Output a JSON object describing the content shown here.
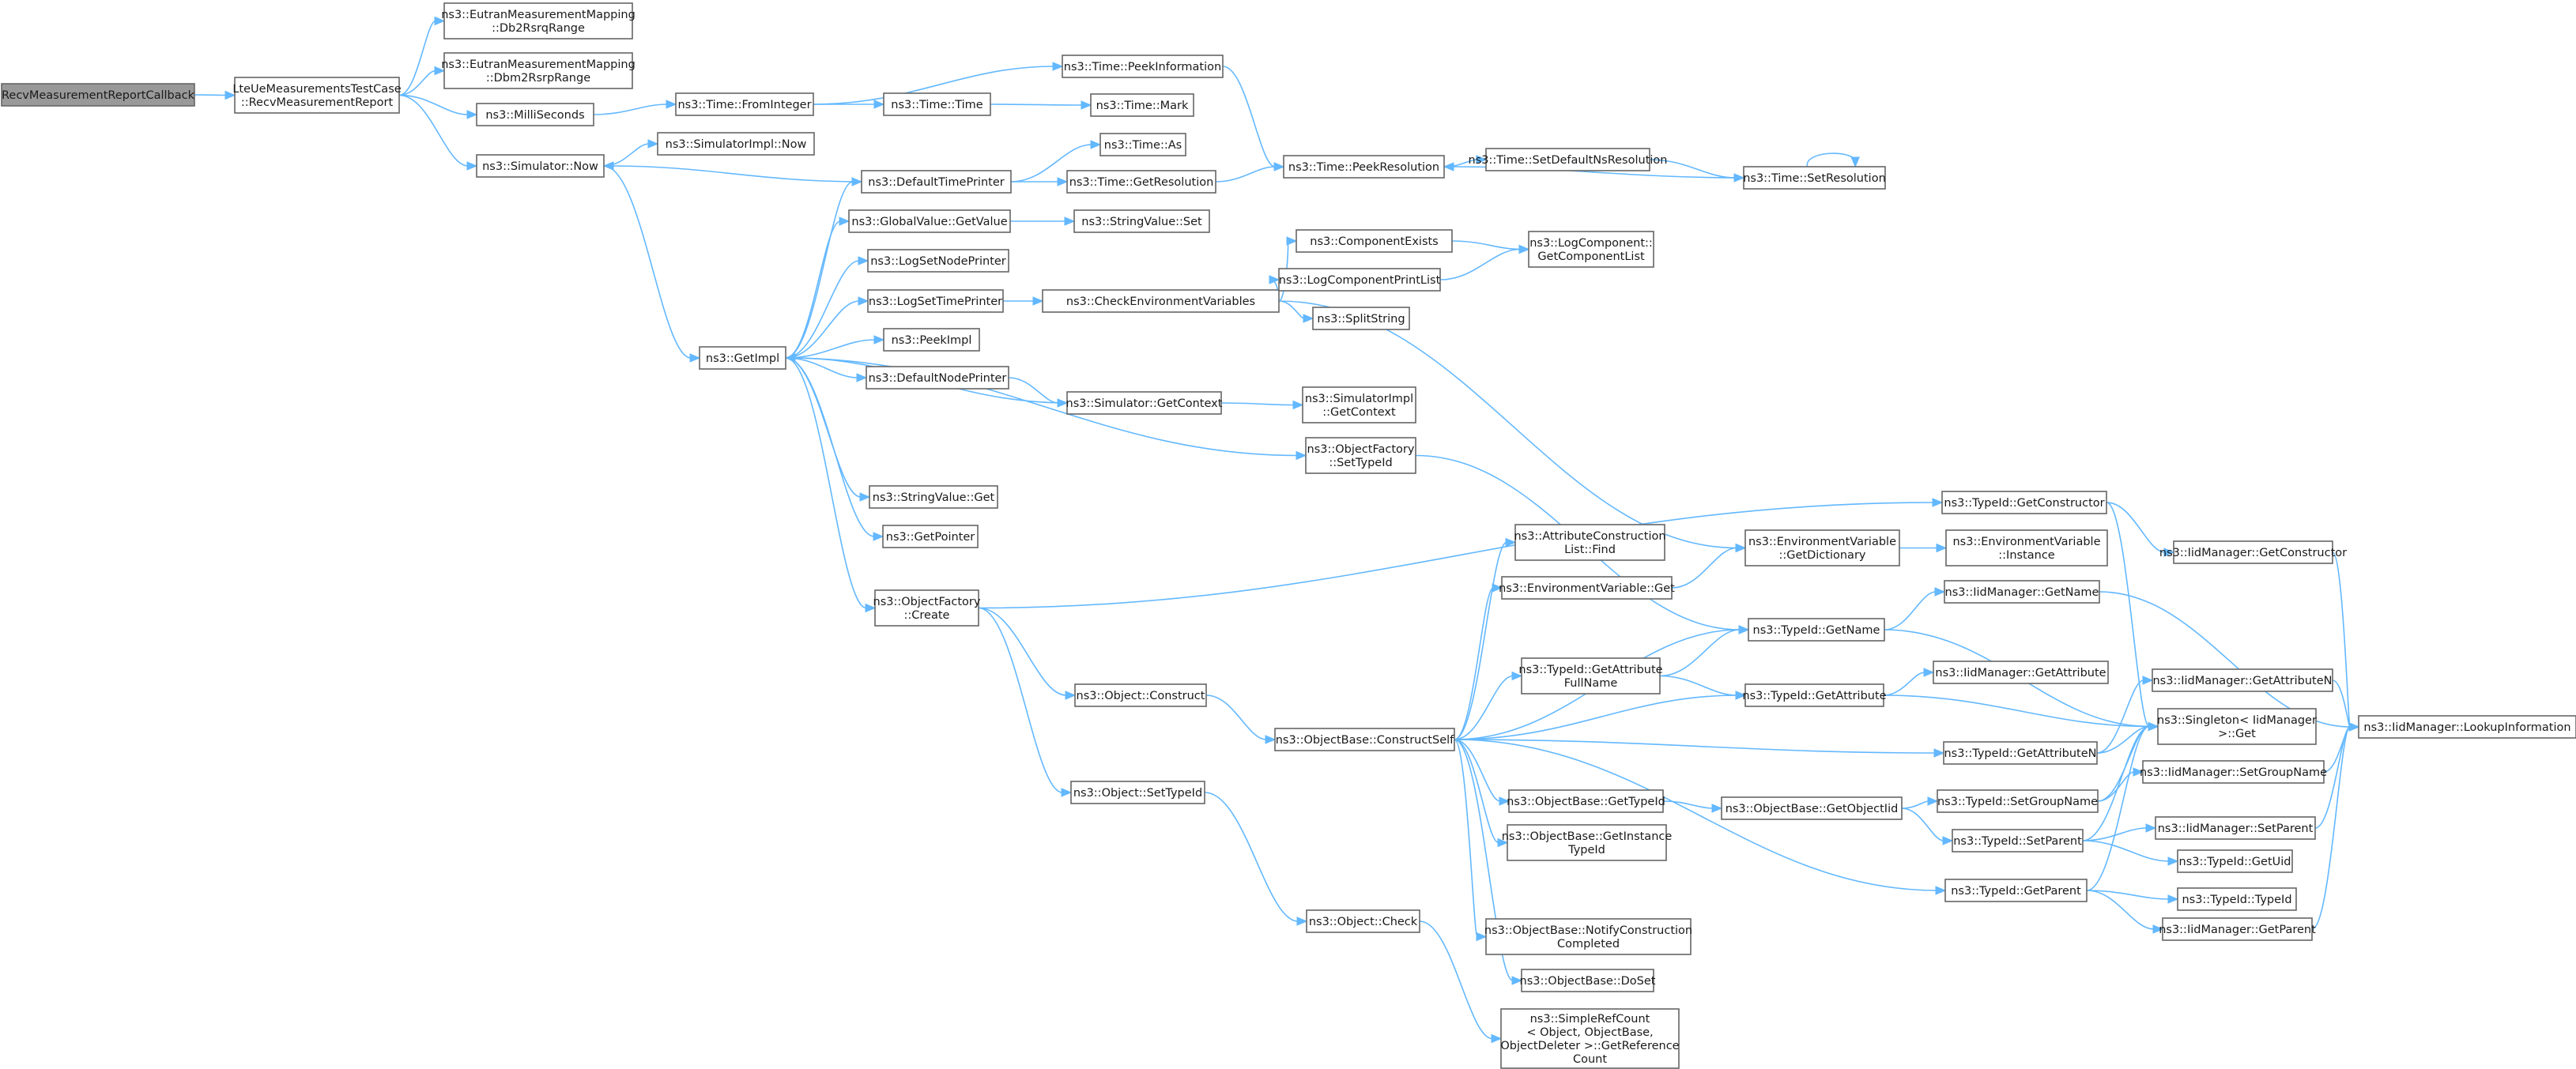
{
  "nodes": [
    {
      "id": "root",
      "lines": [
        "RecvMeasurementReportCallback"
      ],
      "root": true
    },
    {
      "id": "recv",
      "lines": [
        "LteUeMeasurementsTestCase",
        "::RecvMeasurementReport"
      ]
    },
    {
      "id": "db2rsrq",
      "lines": [
        "ns3::EutranMeasurementMapping",
        "::Db2RsrqRange"
      ]
    },
    {
      "id": "dbm2rsrp",
      "lines": [
        "ns3::EutranMeasurementMapping",
        "::Dbm2RsrpRange"
      ]
    },
    {
      "id": "milli",
      "lines": [
        "ns3::MilliSeconds"
      ]
    },
    {
      "id": "simnow",
      "lines": [
        "ns3::Simulator::Now"
      ]
    },
    {
      "id": "simimplnow",
      "lines": [
        "ns3::SimulatorImpl::Now"
      ]
    },
    {
      "id": "frominteger",
      "lines": [
        "ns3::Time::FromInteger"
      ]
    },
    {
      "id": "peekinfo",
      "lines": [
        "ns3::Time::PeekInformation"
      ]
    },
    {
      "id": "timetime",
      "lines": [
        "ns3::Time::Time"
      ]
    },
    {
      "id": "timemark",
      "lines": [
        "ns3::Time::Mark"
      ]
    },
    {
      "id": "timeas",
      "lines": [
        "ns3::Time::As"
      ]
    },
    {
      "id": "deftimeprinter",
      "lines": [
        "ns3::DefaultTimePrinter"
      ]
    },
    {
      "id": "getresolution",
      "lines": [
        "ns3::Time::GetResolution"
      ]
    },
    {
      "id": "peekres",
      "lines": [
        "ns3::Time::PeekResolution"
      ]
    },
    {
      "id": "setdefns",
      "lines": [
        "ns3::Time::SetDefaultNsResolution"
      ]
    },
    {
      "id": "setres",
      "lines": [
        "ns3::Time::SetResolution"
      ]
    },
    {
      "id": "gvgetvalue",
      "lines": [
        "ns3::GlobalValue::GetValue"
      ]
    },
    {
      "id": "svset",
      "lines": [
        "ns3::StringValue::Set"
      ]
    },
    {
      "id": "lognodeprinter",
      "lines": [
        "ns3::LogSetNodePrinter"
      ]
    },
    {
      "id": "logtimeprinter",
      "lines": [
        "ns3::LogSetTimePrinter"
      ]
    },
    {
      "id": "checkenv",
      "lines": [
        "ns3::CheckEnvironmentVariables"
      ]
    },
    {
      "id": "compexists",
      "lines": [
        "ns3::ComponentExists"
      ]
    },
    {
      "id": "logcomplist",
      "lines": [
        "ns3::LogComponent::",
        "GetComponentList"
      ]
    },
    {
      "id": "logcompprint",
      "lines": [
        "ns3::LogComponentPrintList"
      ]
    },
    {
      "id": "splitstring",
      "lines": [
        "ns3::SplitString"
      ]
    },
    {
      "id": "getimpl",
      "lines": [
        "ns3::GetImpl"
      ]
    },
    {
      "id": "peekimpl",
      "lines": [
        "ns3::PeekImpl"
      ]
    },
    {
      "id": "defnodeprinter",
      "lines": [
        "ns3::DefaultNodePrinter"
      ]
    },
    {
      "id": "simgetcontext",
      "lines": [
        "ns3::Simulator::GetContext"
      ]
    },
    {
      "id": "simimplgetcontext",
      "lines": [
        "ns3::SimulatorImpl",
        "::GetContext"
      ]
    },
    {
      "id": "ofsettypeid",
      "lines": [
        "ns3::ObjectFactory",
        "::SetTypeId"
      ]
    },
    {
      "id": "svget",
      "lines": [
        "ns3::StringValue::Get"
      ]
    },
    {
      "id": "getpointer",
      "lines": [
        "ns3::GetPointer"
      ]
    },
    {
      "id": "ofcreate",
      "lines": [
        "ns3::ObjectFactory",
        "::Create"
      ]
    },
    {
      "id": "tidgetctor",
      "lines": [
        "ns3::TypeId::GetConstructor"
      ]
    },
    {
      "id": "iidgetctor",
      "lines": [
        "ns3::IidManager::GetConstructor"
      ]
    },
    {
      "id": "attrconstr",
      "lines": [
        "ns3::AttributeConstruction",
        "List::Find"
      ]
    },
    {
      "id": "envgetdict",
      "lines": [
        "ns3::EnvironmentVariable",
        "::GetDictionary"
      ]
    },
    {
      "id": "envinstance",
      "lines": [
        "ns3::EnvironmentVariable",
        "::Instance"
      ]
    },
    {
      "id": "envget",
      "lines": [
        "ns3::EnvironmentVariable::Get"
      ]
    },
    {
      "id": "iidgetname",
      "lines": [
        "ns3::IidManager::GetName"
      ]
    },
    {
      "id": "tidgetname",
      "lines": [
        "ns3::TypeId::GetName"
      ]
    },
    {
      "id": "tidgetattrfull",
      "lines": [
        "ns3::TypeId::GetAttribute",
        "FullName"
      ]
    },
    {
      "id": "iidgetattr",
      "lines": [
        "ns3::IidManager::GetAttribute"
      ]
    },
    {
      "id": "tidgetattr",
      "lines": [
        "ns3::TypeId::GetAttribute"
      ]
    },
    {
      "id": "iidgetattrn",
      "lines": [
        "ns3::IidManager::GetAttributeN"
      ]
    },
    {
      "id": "singleton",
      "lines": [
        "ns3::Singleton< IidManager",
        ">::Get"
      ]
    },
    {
      "id": "lookupinfo",
      "lines": [
        "ns3::IidManager::LookupInformation"
      ]
    },
    {
      "id": "objconstruct",
      "lines": [
        "ns3::Object::Construct"
      ]
    },
    {
      "id": "obconstructself",
      "lines": [
        "ns3::ObjectBase::ConstructSelf"
      ]
    },
    {
      "id": "tidgetattrn",
      "lines": [
        "ns3::TypeId::GetAttributeN"
      ]
    },
    {
      "id": "iidsetgroupname",
      "lines": [
        "ns3::IidManager::SetGroupName"
      ]
    },
    {
      "id": "obsettypeid",
      "lines": [
        "ns3::Object::SetTypeId"
      ]
    },
    {
      "id": "obgettypeid",
      "lines": [
        "ns3::ObjectBase::GetTypeId"
      ]
    },
    {
      "id": "obgetobjectiid",
      "lines": [
        "ns3::ObjectBase::GetObjectIid"
      ]
    },
    {
      "id": "tidsetgroupname",
      "lines": [
        "ns3::TypeId::SetGroupName"
      ]
    },
    {
      "id": "iidsetparent",
      "lines": [
        "ns3::IidManager::SetParent"
      ]
    },
    {
      "id": "tidsetparent",
      "lines": [
        "ns3::TypeId::SetParent"
      ]
    },
    {
      "id": "tidgetuid",
      "lines": [
        "ns3::TypeId::GetUid"
      ]
    },
    {
      "id": "obgetinstance",
      "lines": [
        "ns3::ObjectBase::GetInstance",
        "TypeId"
      ]
    },
    {
      "id": "tidgetparent",
      "lines": [
        "ns3::TypeId::GetParent"
      ]
    },
    {
      "id": "tidtypeid",
      "lines": [
        "ns3::TypeId::TypeId"
      ]
    },
    {
      "id": "iidgetparent",
      "lines": [
        "ns3::IidManager::GetParent"
      ]
    },
    {
      "id": "objcheck",
      "lines": [
        "ns3::Object::Check"
      ]
    },
    {
      "id": "obnotify",
      "lines": [
        "ns3::ObjectBase::NotifyConstruction",
        "Completed"
      ]
    },
    {
      "id": "obdoset",
      "lines": [
        "ns3::ObjectBase::DoSet"
      ]
    },
    {
      "id": "simplerefcount",
      "lines": [
        "ns3::SimpleRefCount",
        "< Object, ObjectBase,",
        "ObjectDeleter >::GetReference",
        "Count"
      ]
    }
  ],
  "edges": [
    [
      "root",
      "recv"
    ],
    [
      "recv",
      "db2rsrq"
    ],
    [
      "recv",
      "dbm2rsrp"
    ],
    [
      "recv",
      "milli"
    ],
    [
      "recv",
      "simnow"
    ],
    [
      "milli",
      "frominteger"
    ],
    [
      "frominteger",
      "peekinfo"
    ],
    [
      "frominteger",
      "timetime"
    ],
    [
      "timetime",
      "timemark"
    ],
    [
      "peekinfo",
      "peekres"
    ],
    [
      "simnow",
      "simimplnow"
    ],
    [
      "simnow",
      "getimpl"
    ],
    [
      "getimpl",
      "deftimeprinter"
    ],
    [
      "getimpl",
      "gvgetvalue"
    ],
    [
      "getimpl",
      "lognodeprinter"
    ],
    [
      "getimpl",
      "logtimeprinter"
    ],
    [
      "getimpl",
      "peekimpl"
    ],
    [
      "getimpl",
      "defnodeprinter"
    ],
    [
      "getimpl",
      "ofsettypeid"
    ],
    [
      "getimpl",
      "svget"
    ],
    [
      "getimpl",
      "getpointer"
    ],
    [
      "getimpl",
      "ofcreate"
    ],
    [
      "deftimeprinter",
      "simnow"
    ],
    [
      "deftimeprinter",
      "timeas"
    ],
    [
      "deftimeprinter",
      "getresolution"
    ],
    [
      "getresolution",
      "peekres"
    ],
    [
      "peekres",
      "setdefns"
    ],
    [
      "setdefns",
      "setres"
    ],
    [
      "setres",
      "peekres"
    ],
    [
      "setres",
      "setres"
    ],
    [
      "gvgetvalue",
      "svset"
    ],
    [
      "logtimeprinter",
      "checkenv"
    ],
    [
      "checkenv",
      "compexists"
    ],
    [
      "checkenv",
      "logcompprint"
    ],
    [
      "checkenv",
      "splitstring"
    ],
    [
      "checkenv",
      "envgetdict"
    ],
    [
      "compexists",
      "logcomplist"
    ],
    [
      "logcompprint",
      "logcomplist"
    ],
    [
      "defnodeprinter",
      "simgetcontext"
    ],
    [
      "simgetcontext",
      "getimpl"
    ],
    [
      "simgetcontext",
      "simimplgetcontext"
    ],
    [
      "ofsettypeid",
      "tidgetname"
    ],
    [
      "ofcreate",
      "tidgetctor"
    ],
    [
      "ofcreate",
      "objconstruct"
    ],
    [
      "ofcreate",
      "obsettypeid"
    ],
    [
      "tidgetctor",
      "iidgetctor"
    ],
    [
      "tidgetctor",
      "singleton"
    ],
    [
      "iidgetctor",
      "lookupinfo"
    ],
    [
      "envgetdict",
      "envinstance"
    ],
    [
      "envget",
      "envgetdict"
    ],
    [
      "tidgetname",
      "iidgetname"
    ],
    [
      "tidgetname",
      "singleton"
    ],
    [
      "iidgetname",
      "lookupinfo"
    ],
    [
      "tidgetattrfull",
      "tidgetname"
    ],
    [
      "tidgetattrfull",
      "tidgetattr"
    ],
    [
      "tidgetattr",
      "iidgetattr"
    ],
    [
      "tidgetattr",
      "singleton"
    ],
    [
      "tidgetattrn",
      "iidgetattrn"
    ],
    [
      "tidgetattrn",
      "singleton"
    ],
    [
      "iidgetattrn",
      "lookupinfo"
    ],
    [
      "objconstruct",
      "obconstructself"
    ],
    [
      "obconstructself",
      "attrconstr"
    ],
    [
      "obconstructself",
      "envget"
    ],
    [
      "obconstructself",
      "tidgetname"
    ],
    [
      "obconstructself",
      "tidgetattrfull"
    ],
    [
      "obconstructself",
      "tidgetattr"
    ],
    [
      "obconstructself",
      "tidgetattrn"
    ],
    [
      "obconstructself",
      "obgettypeid"
    ],
    [
      "obconstructself",
      "obgetinstance"
    ],
    [
      "obconstructself",
      "tidgetparent"
    ],
    [
      "obconstructself",
      "obnotify"
    ],
    [
      "obconstructself",
      "obdoset"
    ],
    [
      "obgettypeid",
      "obgetobjectiid"
    ],
    [
      "obgetobjectiid",
      "tidsetgroupname"
    ],
    [
      "obgetobjectiid",
      "tidsetparent"
    ],
    [
      "tidsetgroupname",
      "iidsetgroupname"
    ],
    [
      "tidsetgroupname",
      "singleton"
    ],
    [
      "iidsetgroupname",
      "lookupinfo"
    ],
    [
      "tidsetparent",
      "iidsetparent"
    ],
    [
      "tidsetparent",
      "tidgetuid"
    ],
    [
      "tidsetparent",
      "singleton"
    ],
    [
      "iidsetparent",
      "lookupinfo"
    ],
    [
      "tidgetparent",
      "tidtypeid"
    ],
    [
      "tidgetparent",
      "iidgetparent"
    ],
    [
      "tidgetparent",
      "singleton"
    ],
    [
      "iidgetparent",
      "lookupinfo"
    ],
    [
      "obsettypeid",
      "objcheck"
    ],
    [
      "objcheck",
      "simplerefcount"
    ]
  ]
}
